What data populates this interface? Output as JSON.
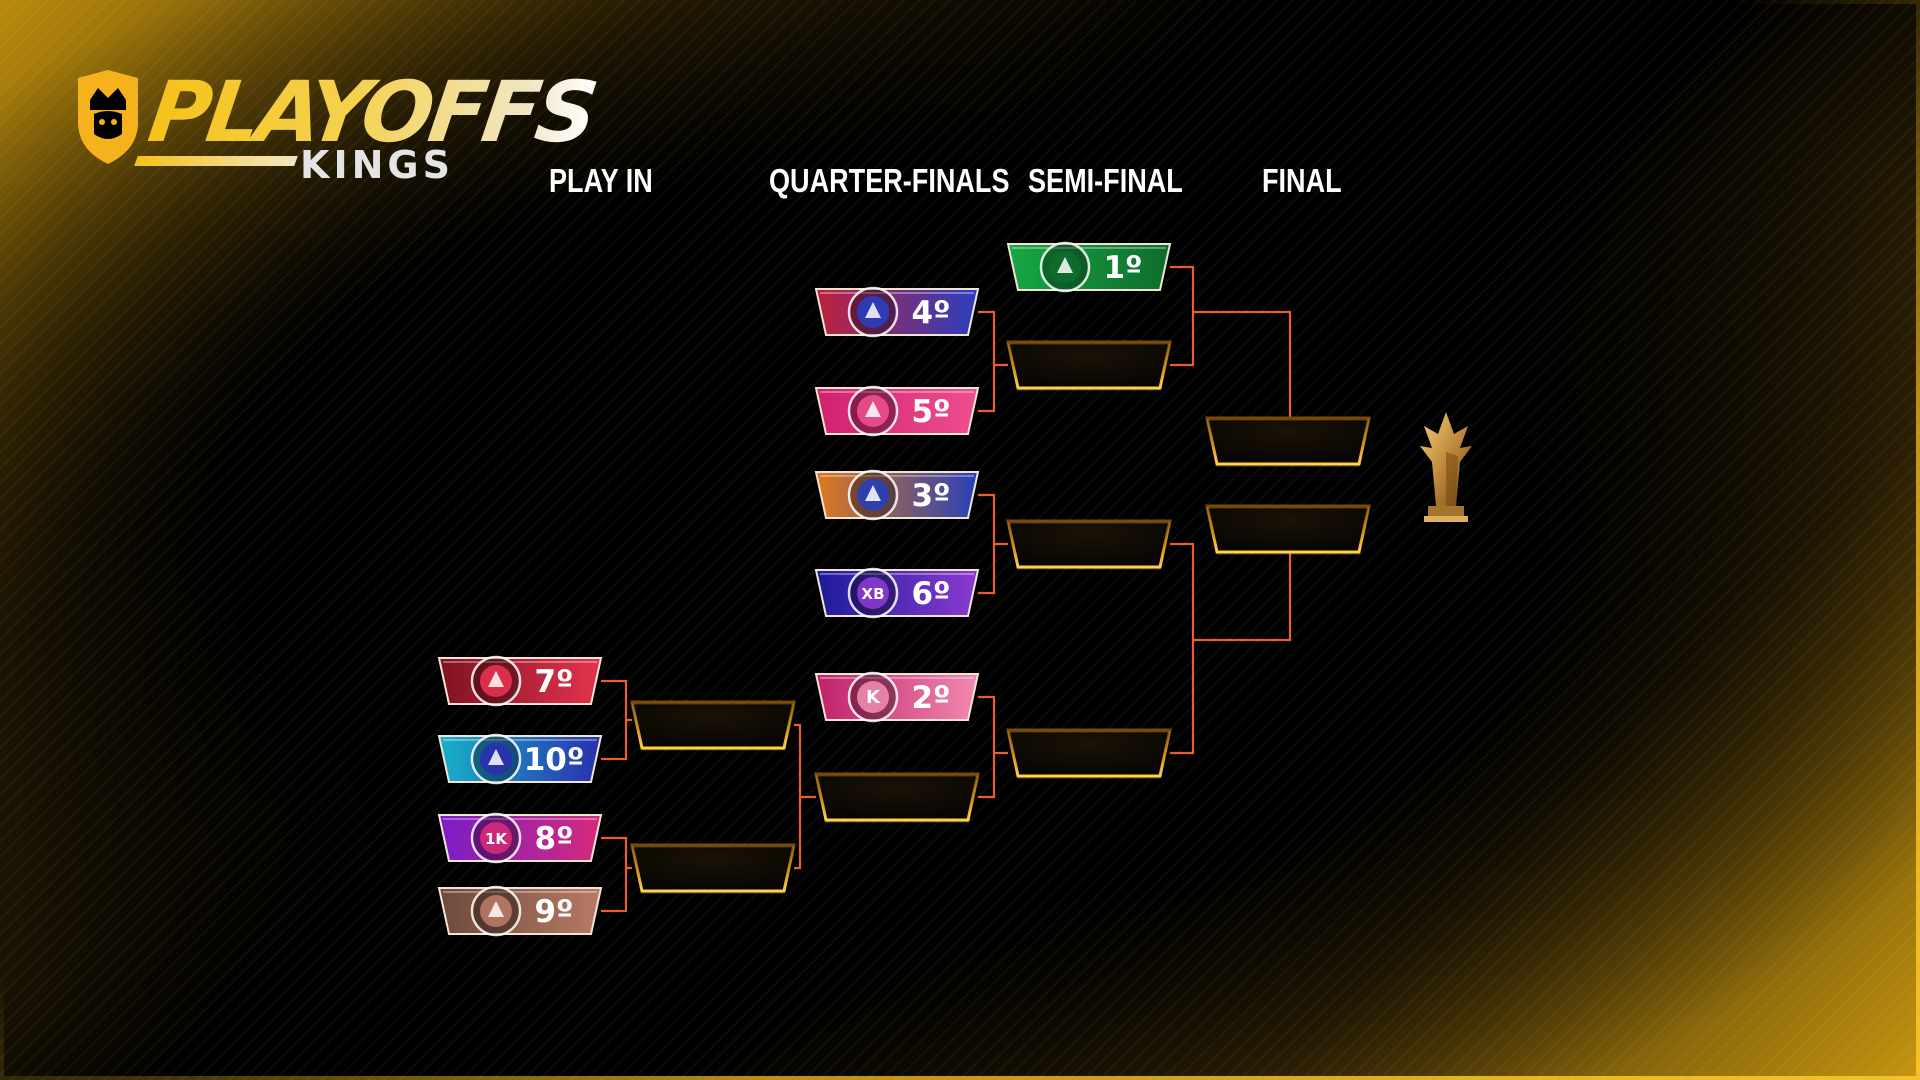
{
  "logo": {
    "word": "PLAYOFFS",
    "sub": "KINGS"
  },
  "rounds": [
    {
      "key": "play-in",
      "label": "PLAY IN"
    },
    {
      "key": "quarter-finals",
      "label": "QUARTER-FINALS"
    },
    {
      "key": "semi-final",
      "label": "SEMI-FINAL"
    },
    {
      "key": "final",
      "label": "FINAL"
    }
  ],
  "teams": [
    {
      "round": "play-in",
      "seed": "7º",
      "crest": "red-bird-crest-icon",
      "crest_text": "",
      "colors": [
        "#7e1220",
        "#e6334f"
      ]
    },
    {
      "round": "play-in",
      "seed": "10º",
      "crest": "hand-crest-icon",
      "crest_text": "",
      "colors": [
        "#17b2c9",
        "#2a2fb0"
      ]
    },
    {
      "round": "play-in",
      "seed": "8º",
      "crest": "1k-shield-icon",
      "crest_text": "1K",
      "colors": [
        "#7a1cc9",
        "#d72a7a"
      ]
    },
    {
      "round": "play-in",
      "seed": "9º",
      "crest": "lion-crest-icon",
      "crest_text": "",
      "colors": [
        "#6c4a3a",
        "#b97a66"
      ]
    },
    {
      "round": "quarter-finals",
      "seed": "4º",
      "crest": "ball-crest-icon",
      "crest_text": "",
      "colors": [
        "#c0203a",
        "#2a3fc0"
      ]
    },
    {
      "round": "quarter-finals",
      "seed": "5º",
      "crest": "pig-crest-icon",
      "crest_text": "",
      "colors": [
        "#d0206f",
        "#ee4f8f"
      ]
    },
    {
      "round": "quarter-finals",
      "seed": "3º",
      "crest": "flame-crest-icon",
      "crest_text": "",
      "colors": [
        "#e07a1a",
        "#2740b8"
      ]
    },
    {
      "round": "quarter-finals",
      "seed": "6º",
      "crest": "xb-crest-icon",
      "crest_text": "XB",
      "colors": [
        "#1a1c9a",
        "#8c3ad0"
      ]
    },
    {
      "round": "quarter-finals",
      "seed": "2º",
      "crest": "k-circle-crest-icon",
      "crest_text": "K",
      "colors": [
        "#c0206a",
        "#f08ab0"
      ]
    },
    {
      "round": "semi-final",
      "seed": "1º",
      "crest": "tree-crest-icon",
      "crest_text": "",
      "colors": [
        "#17a845",
        "#0f6b2c"
      ]
    }
  ],
  "colors": {
    "accent_gold": "#f5b21c",
    "line_orange": "#ff6a2b",
    "slot_gold": "#e7a321"
  },
  "trophy": "trophy-icon"
}
